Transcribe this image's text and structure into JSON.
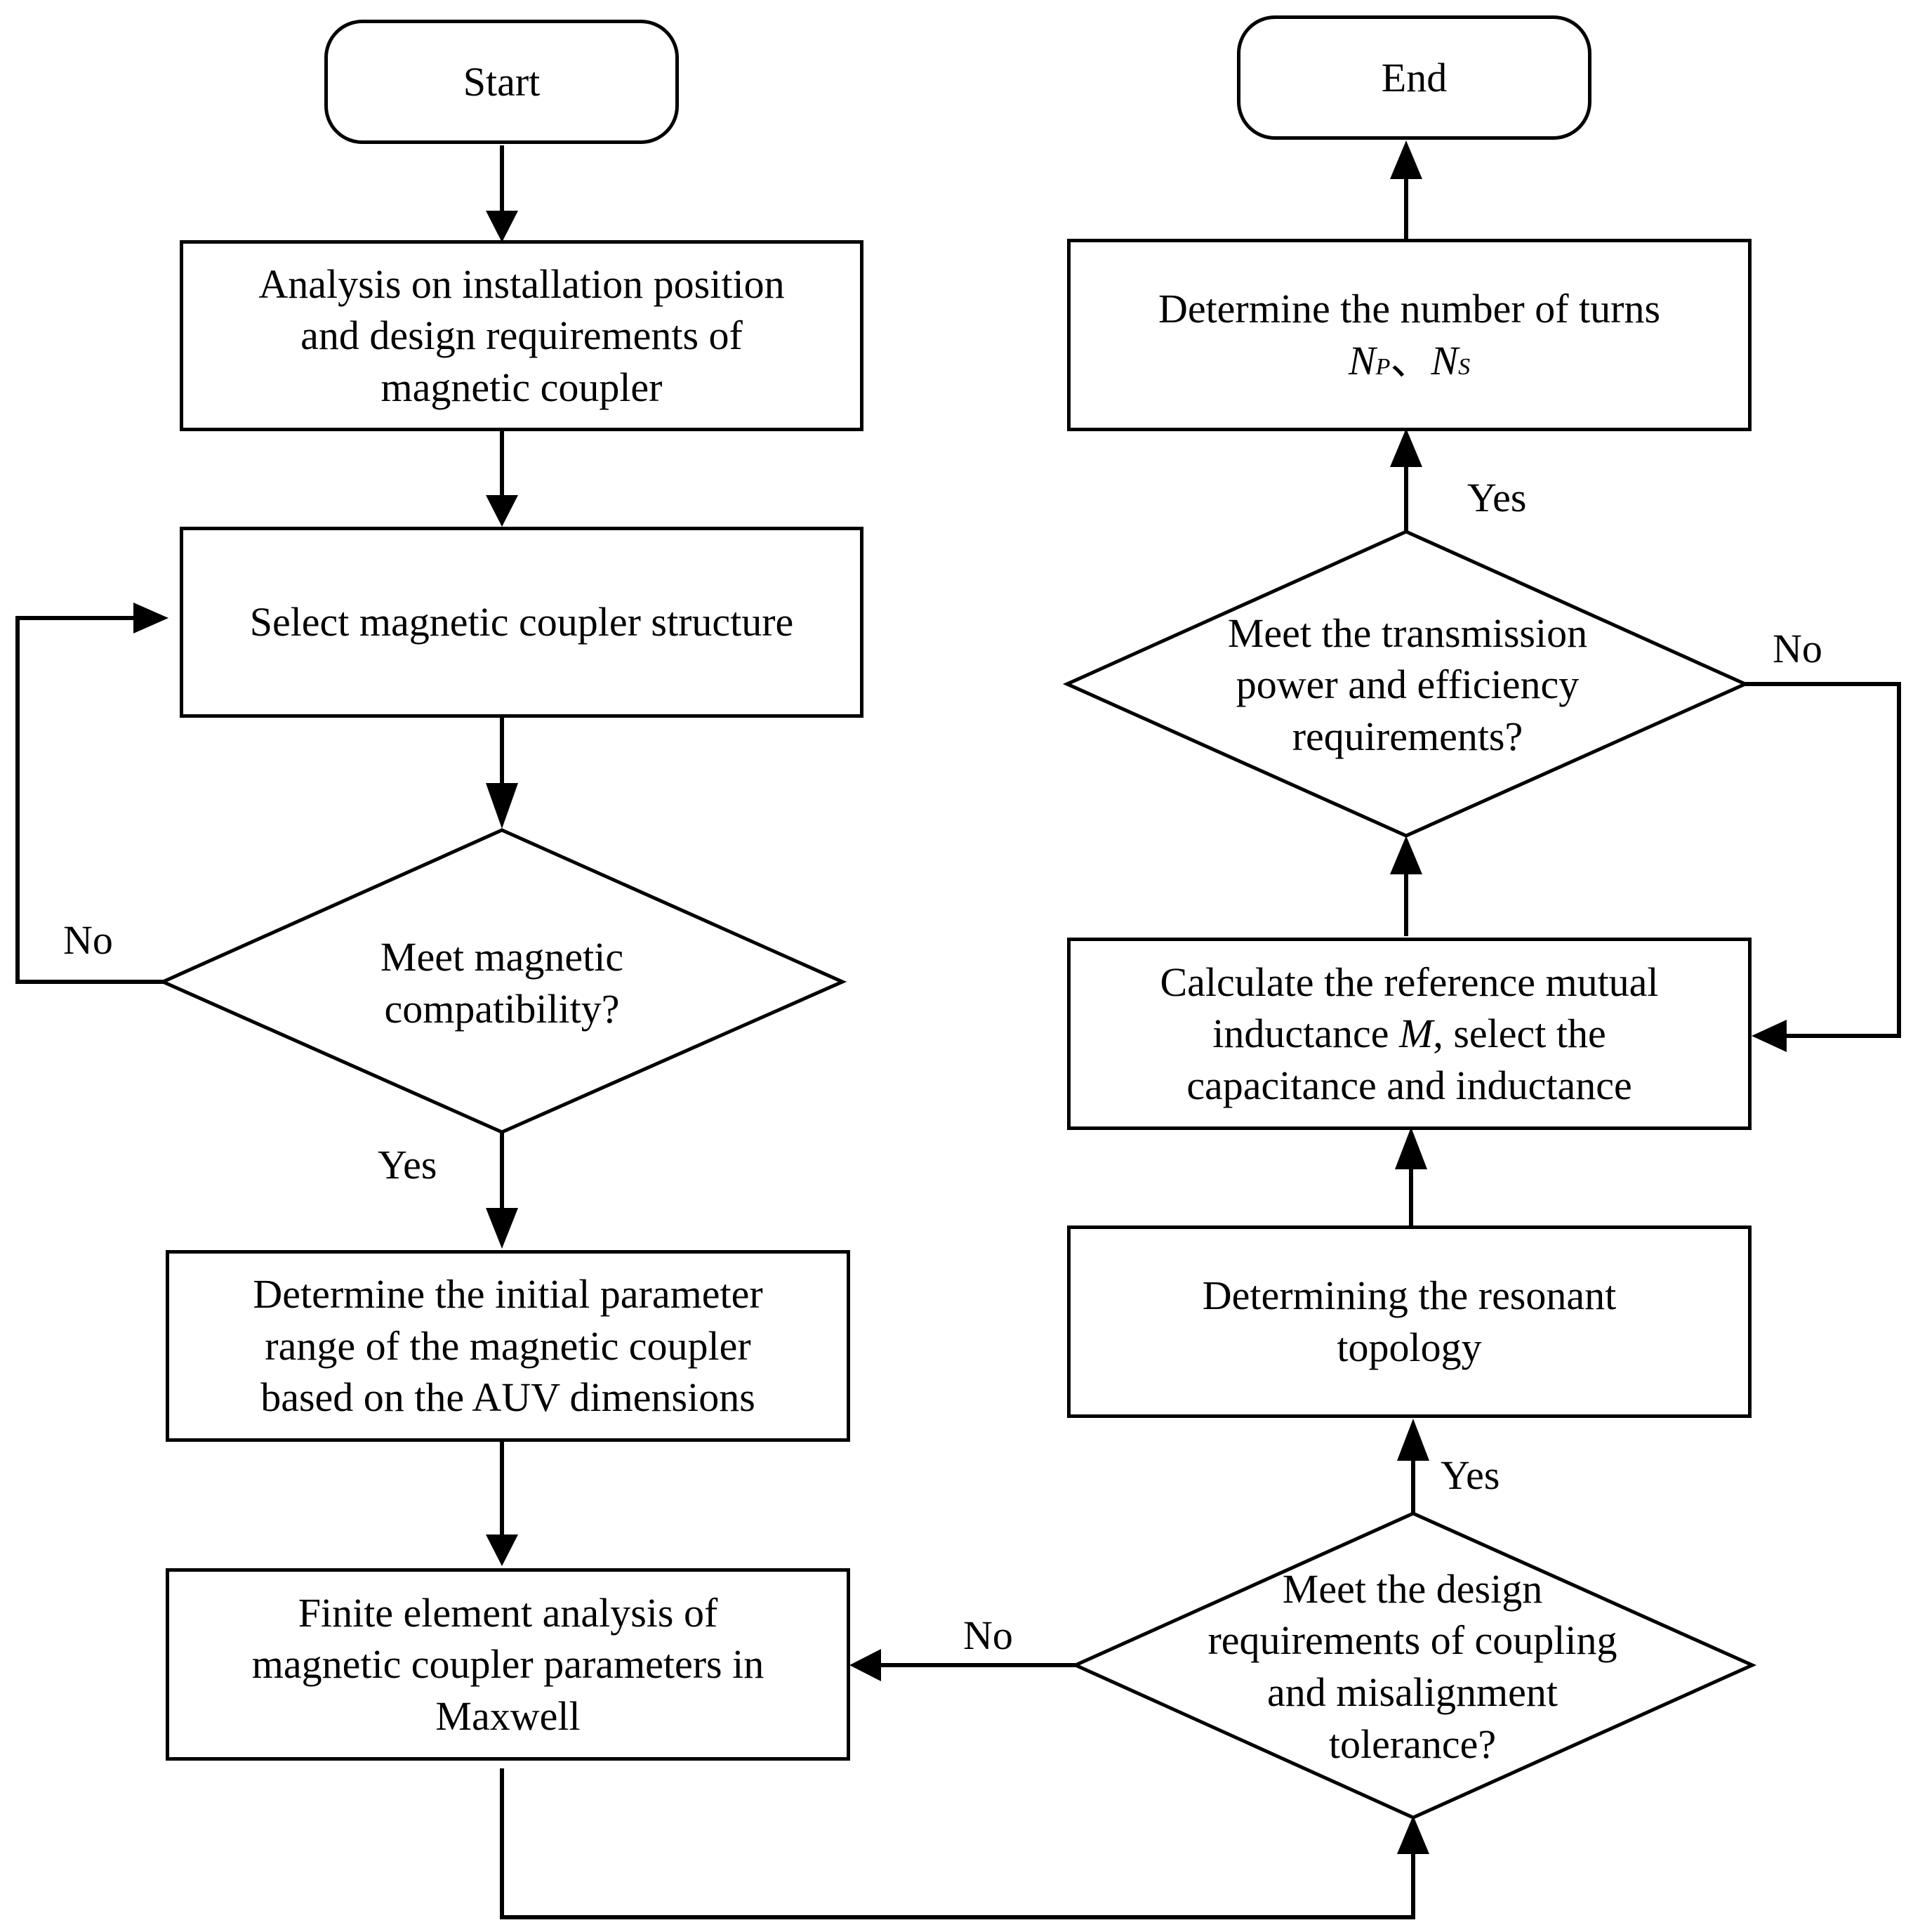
{
  "nodes": {
    "start": "Start",
    "end": "End",
    "analysis": [
      "Analysis on installation position",
      "and design requirements of",
      "magnetic coupler"
    ],
    "select_structure": [
      "Select magnetic coupler structure"
    ],
    "meet_compat": [
      "Meet magnetic",
      "compatibility?"
    ],
    "initial_param": [
      "Determine the initial parameter",
      "range of the magnetic coupler",
      "based on the AUV dimensions"
    ],
    "fea": [
      "Finite element analysis of",
      "magnetic coupler parameters in",
      "Maxwell"
    ],
    "meet_design": [
      "Meet the design",
      "requirements of  coupling",
      "and misalignment",
      "tolerance?"
    ],
    "resonant": [
      "Determining the resonant",
      "topology"
    ],
    "calculate": [
      "Calculate the reference mutual",
      "inductance M, select the",
      "capacitance and inductance"
    ],
    "meet_power": [
      "Meet the transmission",
      "power and efficiency",
      "requirements?"
    ],
    "turns": {
      "line1": "Determine the number of turns",
      "n1": "N",
      "n1_sub": "P",
      "sep": "、",
      "n2": "N",
      "n2_sub": "S"
    }
  },
  "labels": {
    "no_compat": "No",
    "yes_compat": "Yes",
    "no_design": "No",
    "yes_design": "Yes",
    "no_power": "No",
    "yes_power": "Yes"
  }
}
